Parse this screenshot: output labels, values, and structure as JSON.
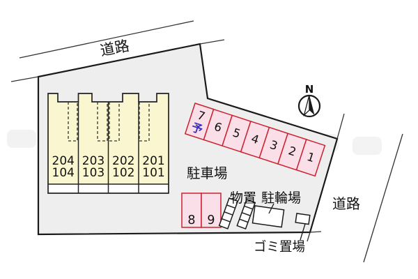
{
  "labels": {
    "road_top": "道路",
    "road_right": "道路",
    "parking_lot": "駐車場",
    "storage": "物置",
    "bicycle_parking": "駐輪場",
    "garbage_area": "ゴミ置場",
    "north": "N"
  },
  "building": {
    "units": [
      {
        "upper_room": "204",
        "lower_room": "104"
      },
      {
        "upper_room": "203",
        "lower_room": "103"
      },
      {
        "upper_room": "202",
        "lower_room": "102"
      },
      {
        "upper_room": "201",
        "lower_room": "101"
      }
    ]
  },
  "parking": {
    "angled_row": [
      {
        "label": "7",
        "tag": "予"
      },
      {
        "label": "6"
      },
      {
        "label": "5"
      },
      {
        "label": "4"
      },
      {
        "label": "3"
      },
      {
        "label": "2"
      },
      {
        "label": "1"
      }
    ],
    "lower_row": [
      {
        "label": "8"
      },
      {
        "label": "9"
      }
    ]
  },
  "colors": {
    "site-fill": "#eeeeef",
    "ink": "#1a1a1a",
    "bldg-fill": "#faf6cf",
    "pink": "#fbdfe8",
    "red": "#cc2130",
    "blue": "#3b31b8"
  }
}
